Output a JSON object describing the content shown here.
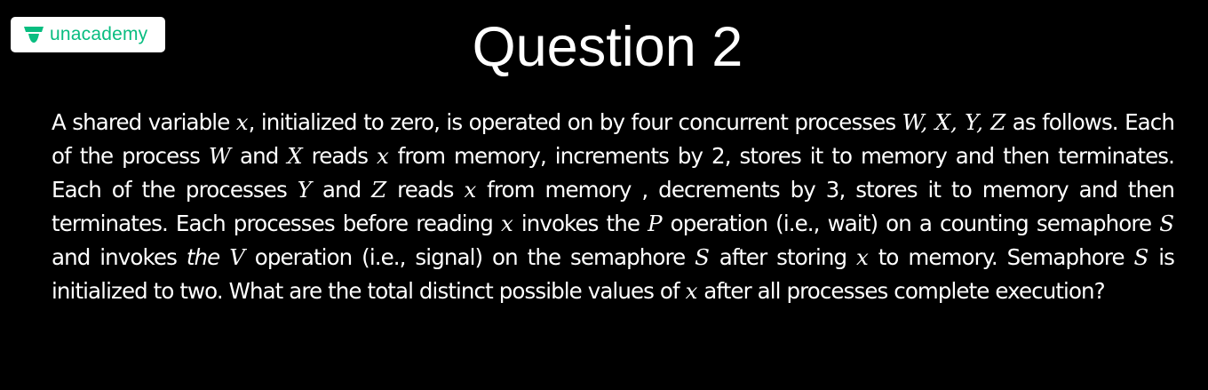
{
  "logo": {
    "text": "unacademy",
    "mark_color": "#08BD80"
  },
  "title": "Question 2",
  "question": {
    "segments": [
      {
        "t": "A shared variable ",
        "s": "text"
      },
      {
        "t": "x",
        "s": "math"
      },
      {
        "t": ", initialized to zero, is operated on by four concurrent processes ",
        "s": "text"
      },
      {
        "t": "W, X, Y, Z",
        "s": "math"
      },
      {
        "t": " as follows. Each of the process ",
        "s": "text"
      },
      {
        "t": "W",
        "s": "math"
      },
      {
        "t": " and ",
        "s": "text"
      },
      {
        "t": "X",
        "s": "math"
      },
      {
        "t": " reads ",
        "s": "text"
      },
      {
        "t": "x",
        "s": "math"
      },
      {
        "t": " from memory, increments by 2, stores it to memory and then terminates. Each of the processes ",
        "s": "text"
      },
      {
        "t": "Y",
        "s": "math"
      },
      {
        "t": " and ",
        "s": "text"
      },
      {
        "t": "Z",
        "s": "math"
      },
      {
        "t": " reads ",
        "s": "text"
      },
      {
        "t": "x",
        "s": "math"
      },
      {
        "t": " from memory , decrements by 3, stores it to memory  and then terminates. Each processes before reading ",
        "s": "text"
      },
      {
        "t": "x",
        "s": "math"
      },
      {
        "t": " invokes the ",
        "s": "text"
      },
      {
        "t": "P",
        "s": "math"
      },
      {
        "t": " operation (i.e., wait) on a counting semaphore ",
        "s": "text"
      },
      {
        "t": "S",
        "s": "math"
      },
      {
        "t": " and invokes ",
        "s": "text"
      },
      {
        "t": "the",
        "s": "italic"
      },
      {
        "t": " ",
        "s": "text"
      },
      {
        "t": "V",
        "s": "math"
      },
      {
        "t": " operation (i.e., signal) on the semaphore ",
        "s": "text"
      },
      {
        "t": "S",
        "s": "math"
      },
      {
        "t": " after storing ",
        "s": "text"
      },
      {
        "t": "x",
        "s": "math"
      },
      {
        "t": " to memory. Semaphore ",
        "s": "text"
      },
      {
        "t": "S",
        "s": "math"
      },
      {
        "t": " is initialized to two. What are the total distinct possible values of ",
        "s": "text"
      },
      {
        "t": "x",
        "s": "math"
      },
      {
        "t": " after all processes complete execution?",
        "s": "text"
      }
    ]
  }
}
